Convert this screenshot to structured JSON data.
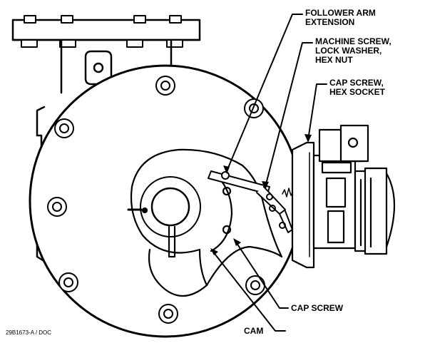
{
  "callouts": {
    "follower_arm_line1": "FOLLOWER ARM",
    "follower_arm_line2": "EXTENSION",
    "machine_screw_line1": "MACHINE SCREW,",
    "machine_screw_line2": "LOCK WASHER,",
    "machine_screw_line3": "HEX NUT",
    "cap_screw_hex_line1": "CAP SCREW,",
    "cap_screw_hex_line2": "HEX SOCKET",
    "cap_screw": "CAP SCREW",
    "cam": "CAM"
  },
  "doc_number": "29B1673-A / DOC"
}
